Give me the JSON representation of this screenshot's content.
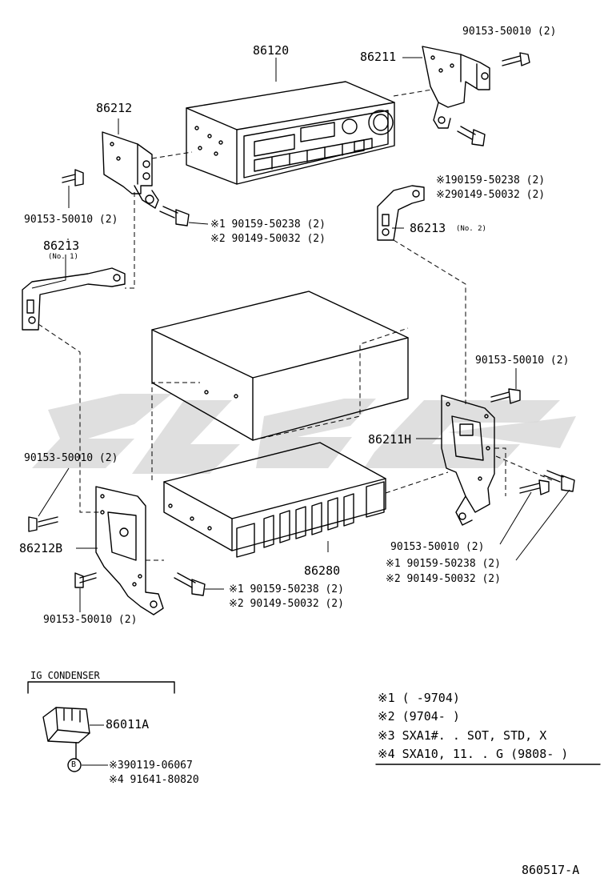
{
  "watermark": {
    "color": "#d9d9d9"
  },
  "parts": {
    "radio_receiver": "86120",
    "bracket_right_upper": "86211",
    "bracket_left_upper": "86212",
    "stay_no1": "86213",
    "stay_no1_note": "(No. 1)",
    "stay_no2": "86213",
    "stay_no2_note": "(No. 2)",
    "bracket_right_lower": "86211H",
    "bracket_left_lower": "86212B",
    "amplifier": "86280",
    "condenser": "86011A"
  },
  "bolts": {
    "top_right": "90153-50010 (2)",
    "right_upper_a": "※190159-50238 (2)",
    "right_upper_b": "※290149-50032 (2)",
    "left_upper": "90153-50010 (2)",
    "left_upper_mark_a": "※1 90159-50238 (2)",
    "left_upper_mark_b": "※2 90149-50032 (2)",
    "right_mid": "90153-50010 (2)",
    "left_mid": "90153-50010 (2)",
    "left_lower": "90153-50010 (2)",
    "center_lower_a": "※1 90159-50238 (2)",
    "center_lower_b": "※2 90149-50032 (2)",
    "right_lower": "90153-50010 (2)",
    "right_lower_a": "※1 90159-50238 (2)",
    "right_lower_b": "※2 90149-50032 (2)"
  },
  "ig_condenser": {
    "title": "IG CONDENSER",
    "circle_mark": "B",
    "note_a": "※390119-06067",
    "note_b": "※4 91641-80820"
  },
  "legend": [
    "※1 (      -9704)",
    "※2 (9704-      )",
    "※3 SXA1#. . SOT, STD, X",
    "※4 SXA10, 11. . G (9808-      )"
  ],
  "figure_code": "860517-A"
}
